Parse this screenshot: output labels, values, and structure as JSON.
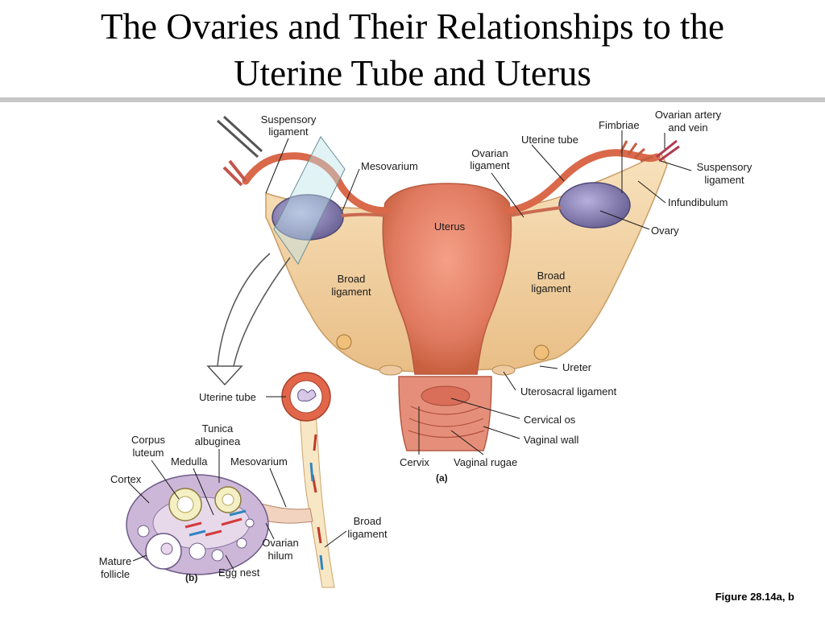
{
  "title": {
    "line1": "The Ovaries and Their Relationships to the",
    "line2": "Uterine Tube and Uterus"
  },
  "figure_a": {
    "panel_label": "(a)",
    "labels": {
      "suspensory_left": [
        "Suspensory",
        "ligament"
      ],
      "mesovarium": "Mesovarium",
      "ovarian_ligament": [
        "Ovarian",
        "ligament"
      ],
      "uterine_tube": "Uterine tube",
      "fimbriae": "Fimbriae",
      "ovarian_artery": [
        "Ovarian artery",
        "and vein"
      ],
      "suspensory_right": [
        "Suspensory",
        "ligament"
      ],
      "infundibulum": "Infundibulum",
      "ovary": "Ovary",
      "uterus": "Uterus",
      "broad_left": [
        "Broad",
        "ligament"
      ],
      "broad_right": [
        "Broad",
        "ligament"
      ],
      "ureter": "Ureter",
      "uterosacral": "Uterosacral ligament",
      "cervical_os": "Cervical os",
      "vaginal_wall": "Vaginal wall",
      "cervix": "Cervix",
      "vaginal_rugae": "Vaginal rugae"
    }
  },
  "figure_b": {
    "panel_label": "(b)",
    "labels": {
      "uterine_tube": "Uterine tube",
      "tunica": [
        "Tunica",
        "albuginea"
      ],
      "corpus": [
        "Corpus",
        "luteum"
      ],
      "medulla": "Medulla",
      "mesovarium": "Mesovarium",
      "cortex": "Cortex",
      "broad": [
        "Broad",
        "ligament"
      ],
      "ovarian_hilum": [
        "Ovarian",
        "hilum"
      ],
      "mature": [
        "Mature",
        "follicle"
      ],
      "egg_nest": "Egg nest"
    }
  },
  "caption": "Figure 28.14a, b",
  "colors": {
    "uterus": "#e8826a",
    "broad_ligament": "#f3d3a2",
    "ovary": "#8f87b8",
    "tube": "#d9694a",
    "rule": "#c7c7c7"
  }
}
